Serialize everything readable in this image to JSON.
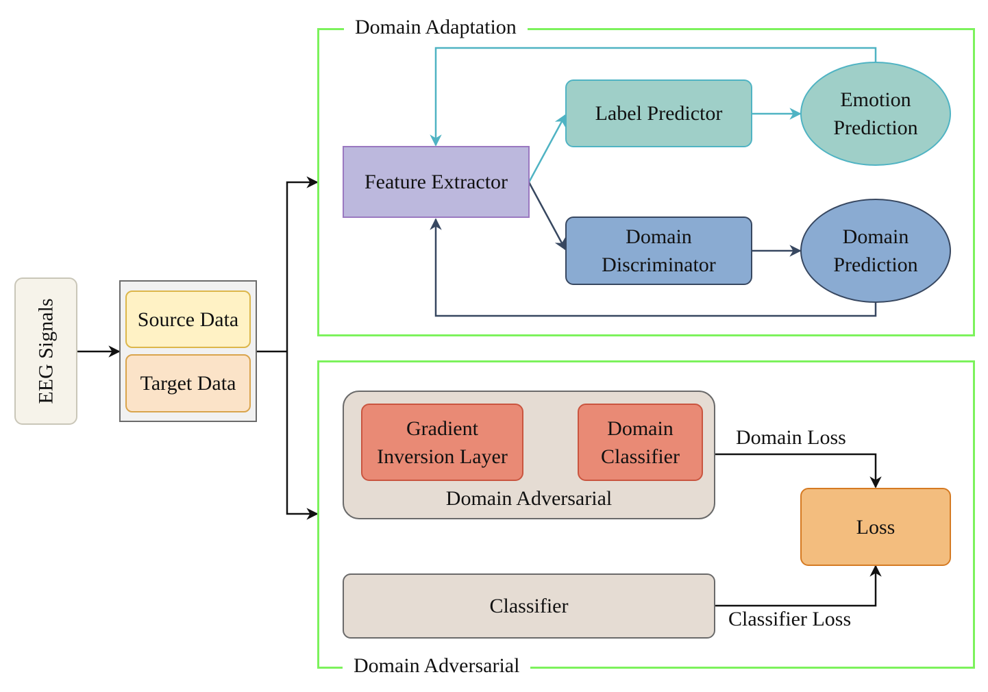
{
  "input": {
    "eeg_label": "EEG Signals"
  },
  "data_split": {
    "source_label": "Source Data",
    "target_label": "Target Data"
  },
  "domain_adaptation": {
    "title": "Domain Adaptation",
    "feature_extractor": "Feature Extractor",
    "label_predictor": "Label Predictor",
    "emotion_prediction": "Emotion\nPrediction",
    "domain_discriminator": "Domain\nDiscriminator",
    "domain_prediction": "Domain\nPrediction"
  },
  "domain_adversarial": {
    "title": "Domain Adversarial",
    "inner_title": "Domain Adversarial",
    "gradient_inversion": "Gradient\nInversion Layer",
    "domain_classifier": "Domain\nClassifier",
    "classifier": "Classifier",
    "loss": "Loss",
    "domain_loss_label": "Domain Loss",
    "classifier_loss_label": "Classifier Loss"
  },
  "colors": {
    "frame": "#7cf25c",
    "eeg_fill": "#f6f3ea",
    "eeg_stroke": "#c9c6b8",
    "split_fill": "#f1f1f1",
    "split_stroke": "#6b6b6b",
    "source_fill": "#fff2c5",
    "source_stroke": "#dcb64a",
    "target_fill": "#fbe3c8",
    "target_stroke": "#d9a44c",
    "feature_fill": "#bcb8dd",
    "feature_stroke": "#9a78c0",
    "label_fill": "#9fcfc8",
    "label_stroke": "#4fb3c3",
    "domain_fill": "#8aabd2",
    "domain_stroke": "#374760",
    "adv_fill": "#e5dcd3",
    "adv_stroke": "#6a6a6a",
    "red_fill": "#e98a75",
    "red_stroke": "#c9553f",
    "loss_fill": "#f3bd7e",
    "loss_stroke": "#d57a22",
    "teal_arrow": "#4fb3c3",
    "navy_arrow": "#374760"
  }
}
